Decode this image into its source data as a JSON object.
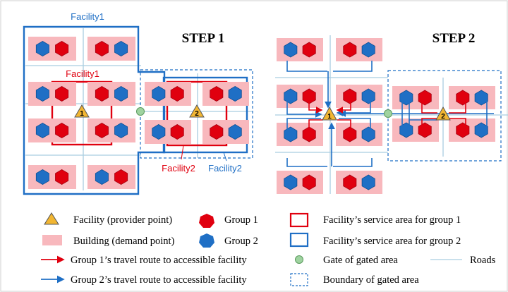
{
  "step1": {
    "title": "STEP 1",
    "facility1_blue": "Facility1",
    "facility1_red": "Facility1",
    "facility2_red": "Facility2",
    "facility2_blue": "Facility2"
  },
  "step2": {
    "title": "STEP 2"
  },
  "facility_numbers": {
    "f1": "1",
    "f2": "2"
  },
  "legend": {
    "facility": "Facility (provider point)",
    "building": "Building (demand point)",
    "route1": "Group 1’s travel route to accessible facility",
    "route2": "Group 2’s travel route to accessible facility",
    "group1": "Group 1",
    "group2": "Group 2",
    "service1": "Facility’s service area for group 1",
    "service2": "Facility’s service area for group 2",
    "gate": "Gate of gated area",
    "roads": "Roads",
    "boundary": "Boundary of gated area"
  },
  "colors": {
    "red": "#e0000f",
    "blue": "#1f6fc5",
    "pink": "#f8b8bd",
    "gate": "#9fd3a0",
    "road": "#a9cde0",
    "triangle": "#f2b632"
  }
}
